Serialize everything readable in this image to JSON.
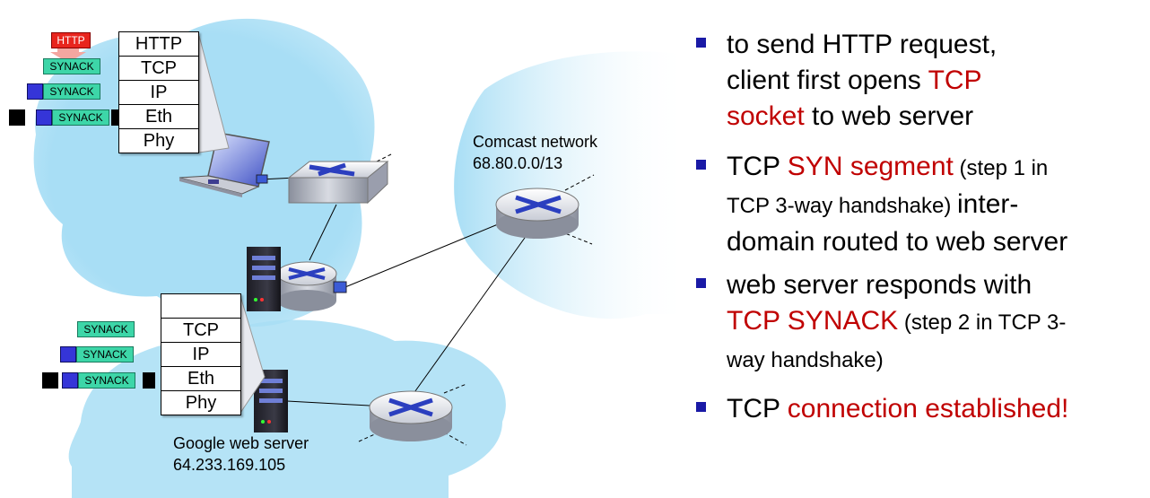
{
  "client_stack": {
    "layers": [
      "HTTP",
      "TCP",
      "IP",
      "Eth",
      "Phy"
    ]
  },
  "server_stack": {
    "layers": [
      "",
      "TCP",
      "IP",
      "Eth",
      "Phy"
    ]
  },
  "client_packets": {
    "http_label": "HTTP",
    "synack_label": "SYNACK"
  },
  "server_packets": {
    "synack_label": "SYNACK"
  },
  "comcast": {
    "name": "Comcast network",
    "prefix": "68.80.0.0/13"
  },
  "google": {
    "name": "Google web server",
    "ip": "64.233.169.105"
  },
  "bullets": [
    {
      "p1": "to send HTTP request,",
      "p2": "client first opens ",
      "p3": "TCP",
      "p4": "socket",
      "p5": " to web server"
    },
    {
      "p1": "TCP ",
      "p2": "SYN segment",
      "p3": " (step 1 in",
      "p4": "TCP 3-way handshake) ",
      "p5": "inter-",
      "p6": "domain routed to web server"
    },
    {
      "p1": "web server responds with",
      "p2": "TCP SYNACK",
      "p3": " (step 2 in TCP 3-",
      "p4": "way handshake)"
    },
    {
      "p1": "TCP ",
      "p2": "connection established!"
    }
  ],
  "colors": {
    "cloud": "#a8def5",
    "accent_red": "#c00000",
    "bullet_blue": "#1a1aa6",
    "synack_green": "#3dd6a8",
    "ip_blue": "#3535d8",
    "http_red": "#e8251e"
  }
}
